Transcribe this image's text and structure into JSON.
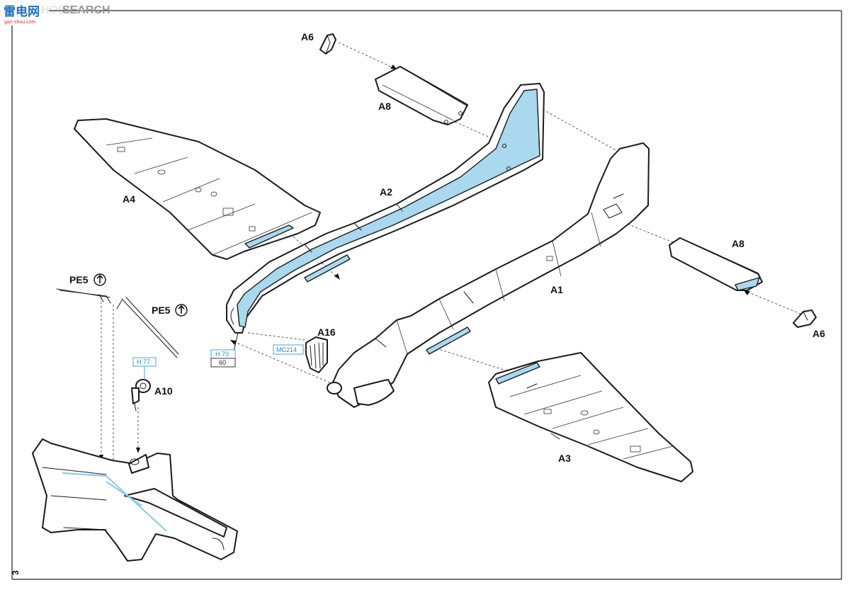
{
  "watermark": {
    "brand_cn": "雷电网",
    "brand_en": "SEARCH",
    "brand_prefix": "HOBBY",
    "url": "gan-shou.com"
  },
  "page_number": "3",
  "parts": {
    "a1": "A1",
    "a2": "A2",
    "a3": "A3",
    "a4": "A4",
    "a6_top": "A6",
    "a6_right": "A6",
    "a8_top": "A8",
    "a8_right": "A8",
    "a10": "A10",
    "a16": "A16",
    "pe5_left": "PE5",
    "pe5_right": "PE5"
  },
  "color_callouts": {
    "h70_code": "H 70",
    "h70_number": "60",
    "mc214_code": "MC214",
    "h77_code": "H 77"
  },
  "colors": {
    "interior_blue": "#a9d8ef",
    "callout_blue": "#4aa6d6",
    "ink": "#1a1a1a"
  },
  "icons": {
    "photo_etch": "pe-direction-icon"
  }
}
